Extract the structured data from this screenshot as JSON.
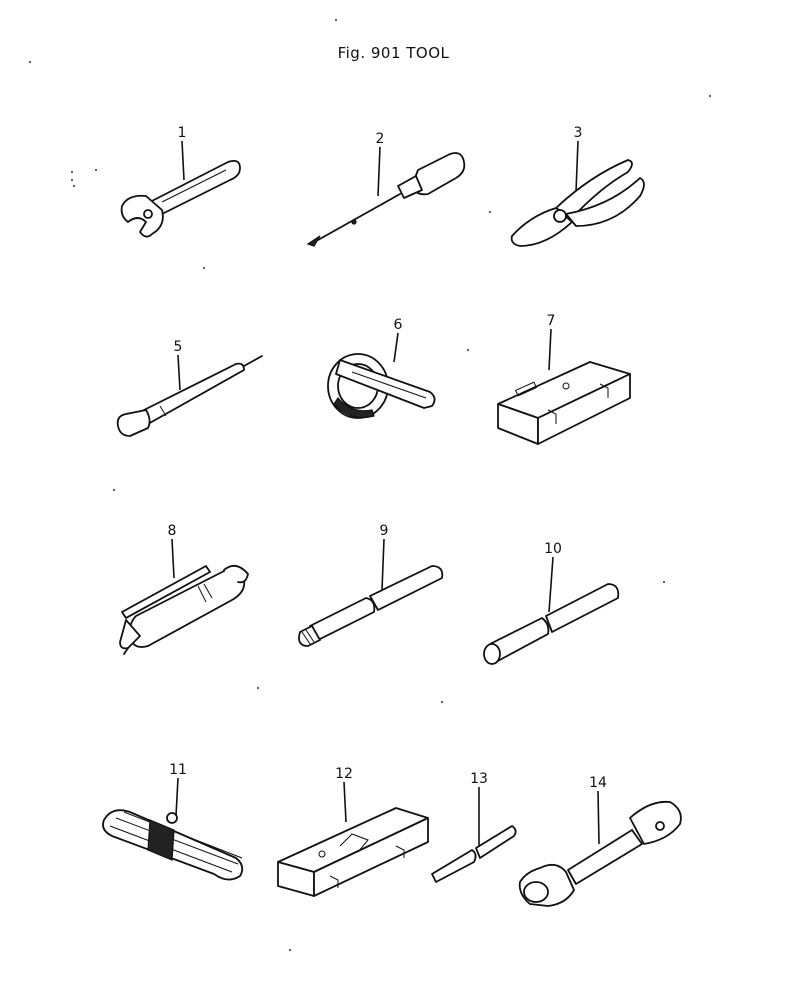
{
  "figure": {
    "title": "Fig. 901  TOOL"
  },
  "parts": [
    {
      "number": "1",
      "icon": "adjustable-wrench-icon"
    },
    {
      "number": "2",
      "icon": "screwdriver-icon"
    },
    {
      "number": "3",
      "icon": "pliers-icon"
    },
    {
      "number": "5",
      "icon": "tire-gauge-icon"
    },
    {
      "number": "6",
      "icon": "filter-wrench-icon"
    },
    {
      "number": "7",
      "icon": "small-case-icon"
    },
    {
      "number": "8",
      "icon": "grease-gun-icon"
    },
    {
      "number": "9",
      "icon": "extension-bar-icon"
    },
    {
      "number": "10",
      "icon": "pipe-bar-icon"
    },
    {
      "number": "11",
      "icon": "hex-key-set-icon"
    },
    {
      "number": "12",
      "icon": "tool-case-icon"
    },
    {
      "number": "13",
      "icon": "pin-set-icon"
    },
    {
      "number": "14",
      "icon": "socket-wrench-icon"
    }
  ]
}
